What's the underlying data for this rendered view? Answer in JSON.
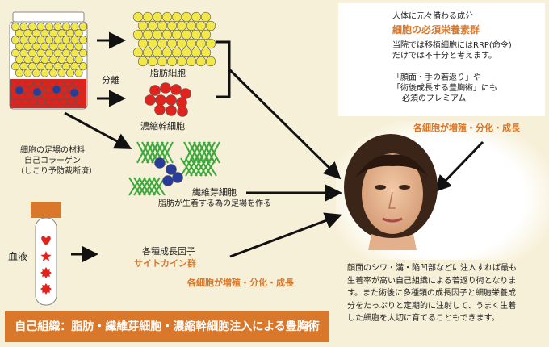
{
  "labels": {
    "bunri": "分離",
    "shibo": "脂肪細胞",
    "noshuku": "濃縮幹細胞",
    "matrix": [
      "細胞の足場の材料",
      "自己コラーゲン",
      "（しこり予防裁断済）"
    ],
    "sen_i": "繊維芽細胞",
    "sen_i_sub": "脂肪が生着する為の足場を作る",
    "ketsueki": "血液",
    "growth": "各種成長因子",
    "cytokine": "サイトカイン群",
    "prolif_bottom": "各細胞が増殖・分化・成長",
    "prolif_right": "各細胞が増殖・分化・成長"
  },
  "panel": {
    "title": "人体に元々備わる成分",
    "subtitle": "細胞の必須栄養素群",
    "lines": [
      "当院では移植細胞にはRRP(命令)",
      "だけでは不十分と考えます。"
    ],
    "quote_lines": [
      "「顔面・手の若返り」や",
      "「術後成長する豊胸術」にも",
      "必須のプレミアム"
    ]
  },
  "description": [
    "顔面のシワ・溝・陥凹部などに注入すれば最も",
    "生着率が高い自己組織による若返り術となりま",
    "す。また術後に多種類の成長因子と細胞栄養成",
    "分をたっぷりと定期的に注射して、うまく生着",
    "した細胞を大切に育てることもできます。"
  ],
  "banner": "自己組織：脂肪・繊維芽細胞・濃縮幹細胞注入による豊胸術",
  "icons": {
    "right_tube": [
      "pentagon-icon",
      "diamond-icon",
      "diamond-icon",
      "cross-icon",
      "diamond-icon",
      "circle-icon"
    ],
    "blood_tube": [
      "heart-icon",
      "star-icon",
      "burst-icon",
      "burst-icon"
    ]
  },
  "colors": {
    "accent": "#d9772a",
    "fat": "#f3e84a",
    "red": "#e0231c",
    "blue": "#2a3c9a",
    "green": "#3aa83a",
    "background": "#f7f0d8"
  }
}
